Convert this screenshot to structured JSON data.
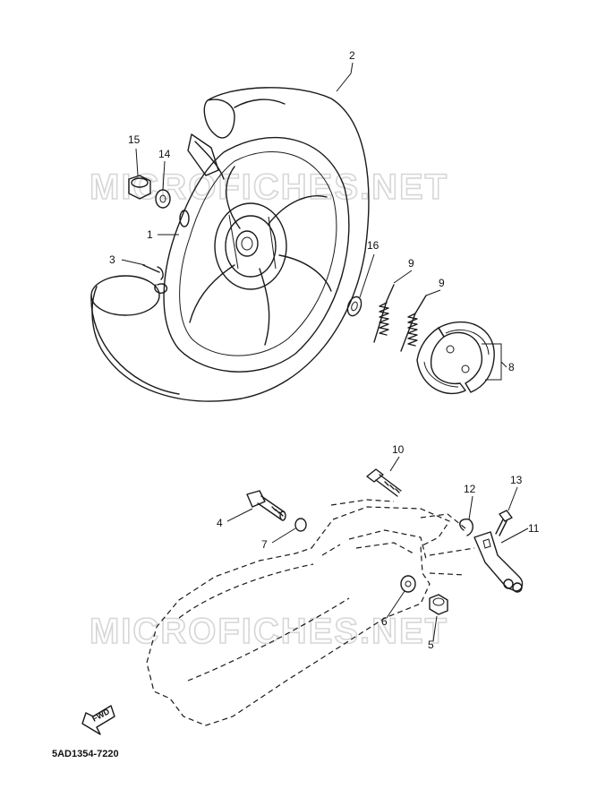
{
  "watermarks": [
    "MICROFICHES.NET",
    "MICROFICHES.NET"
  ],
  "diagram_code": "5AD1354-7220",
  "direction_label": "FWD",
  "callouts": {
    "c1": "1",
    "c2": "2",
    "c3": "3",
    "c4": "4",
    "c5": "5",
    "c6": "6",
    "c7": "7",
    "c8": "8",
    "c9a": "9",
    "c9b": "9",
    "c10": "10",
    "c11": "11",
    "c12": "12",
    "c13": "13",
    "c14": "14",
    "c15": "15",
    "c16": "16"
  }
}
